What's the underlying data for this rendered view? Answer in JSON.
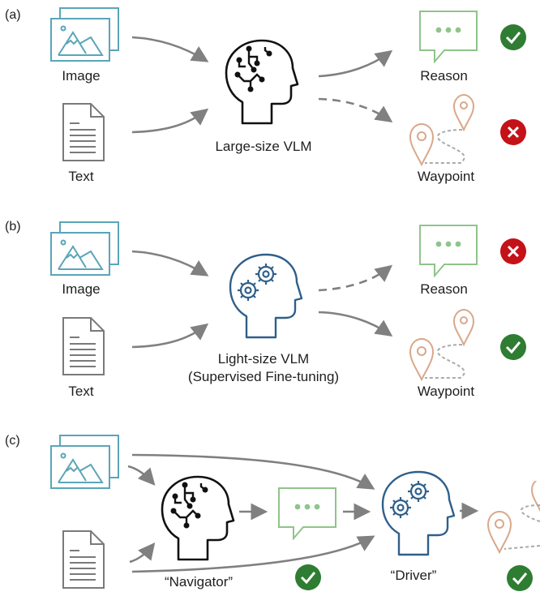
{
  "colors": {
    "image_icon": "#5aa5b8",
    "text_icon": "#7a7a7a",
    "large_vlm": "#111111",
    "light_vlm": "#2f5f8a",
    "reason_bubble": "#8fc48a",
    "waypoint": "#d9a88a",
    "arrow": "#808080",
    "check": "#2e7d32",
    "cross": "#c41218"
  },
  "panels": [
    {
      "id": "a",
      "tag": "(a)",
      "inputs": {
        "image": "Image",
        "text": "Text"
      },
      "model": {
        "type": "large",
        "label": "Large-size VLM"
      },
      "outputs": [
        {
          "name": "Reason",
          "status": "check",
          "arrow": "solid"
        },
        {
          "name": "Waypoint",
          "status": "cross",
          "arrow": "dashed"
        }
      ]
    },
    {
      "id": "b",
      "tag": "(b)",
      "inputs": {
        "image": "Image",
        "text": "Text"
      },
      "model": {
        "type": "light",
        "label": "Light-size VLM",
        "sublabel": "(Supervised Fine-tuning)"
      },
      "outputs": [
        {
          "name": "Reason",
          "status": "cross",
          "arrow": "dashed"
        },
        {
          "name": "Waypoint",
          "status": "check",
          "arrow": "solid"
        }
      ]
    },
    {
      "id": "c",
      "tag": "(c)",
      "navigator": {
        "label": "“Navigator”",
        "status": "check"
      },
      "driver": {
        "label": "“Driver”",
        "status": "check"
      }
    }
  ]
}
